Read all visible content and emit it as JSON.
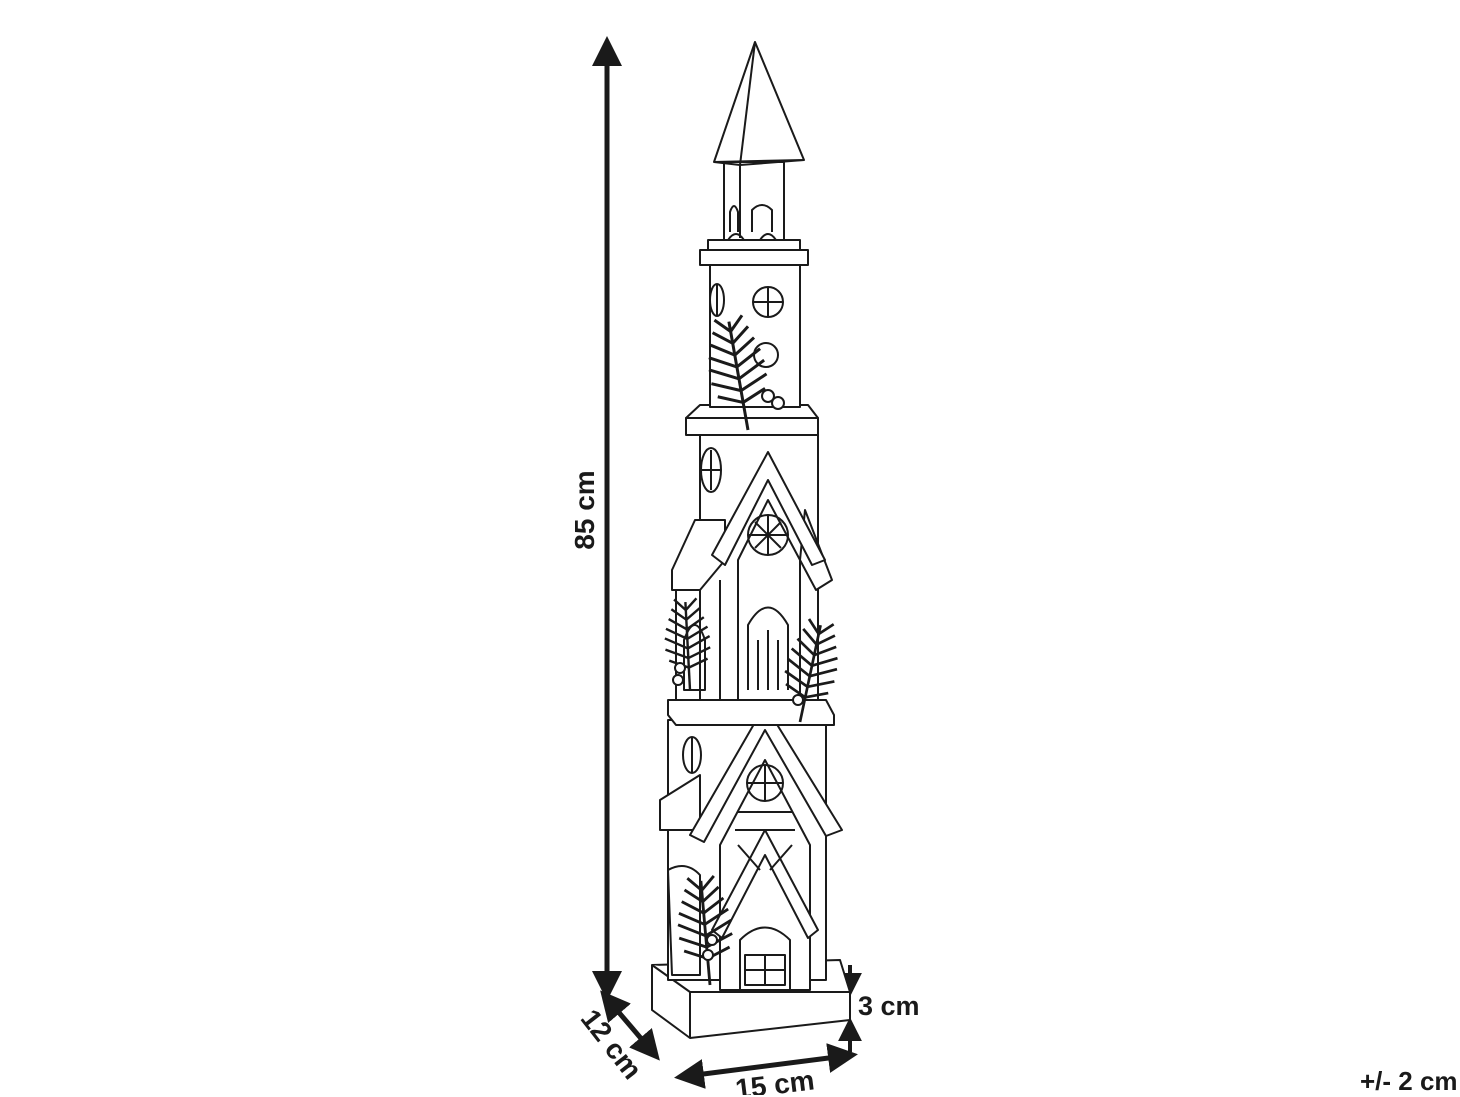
{
  "dimensions": {
    "height": "85 cm",
    "depth": "12 cm",
    "width": "15 cm",
    "base_height": "3 cm",
    "tolerance": "+/- 2 cm"
  },
  "colors": {
    "line": "#1a1a1a",
    "background": "#ffffff"
  }
}
